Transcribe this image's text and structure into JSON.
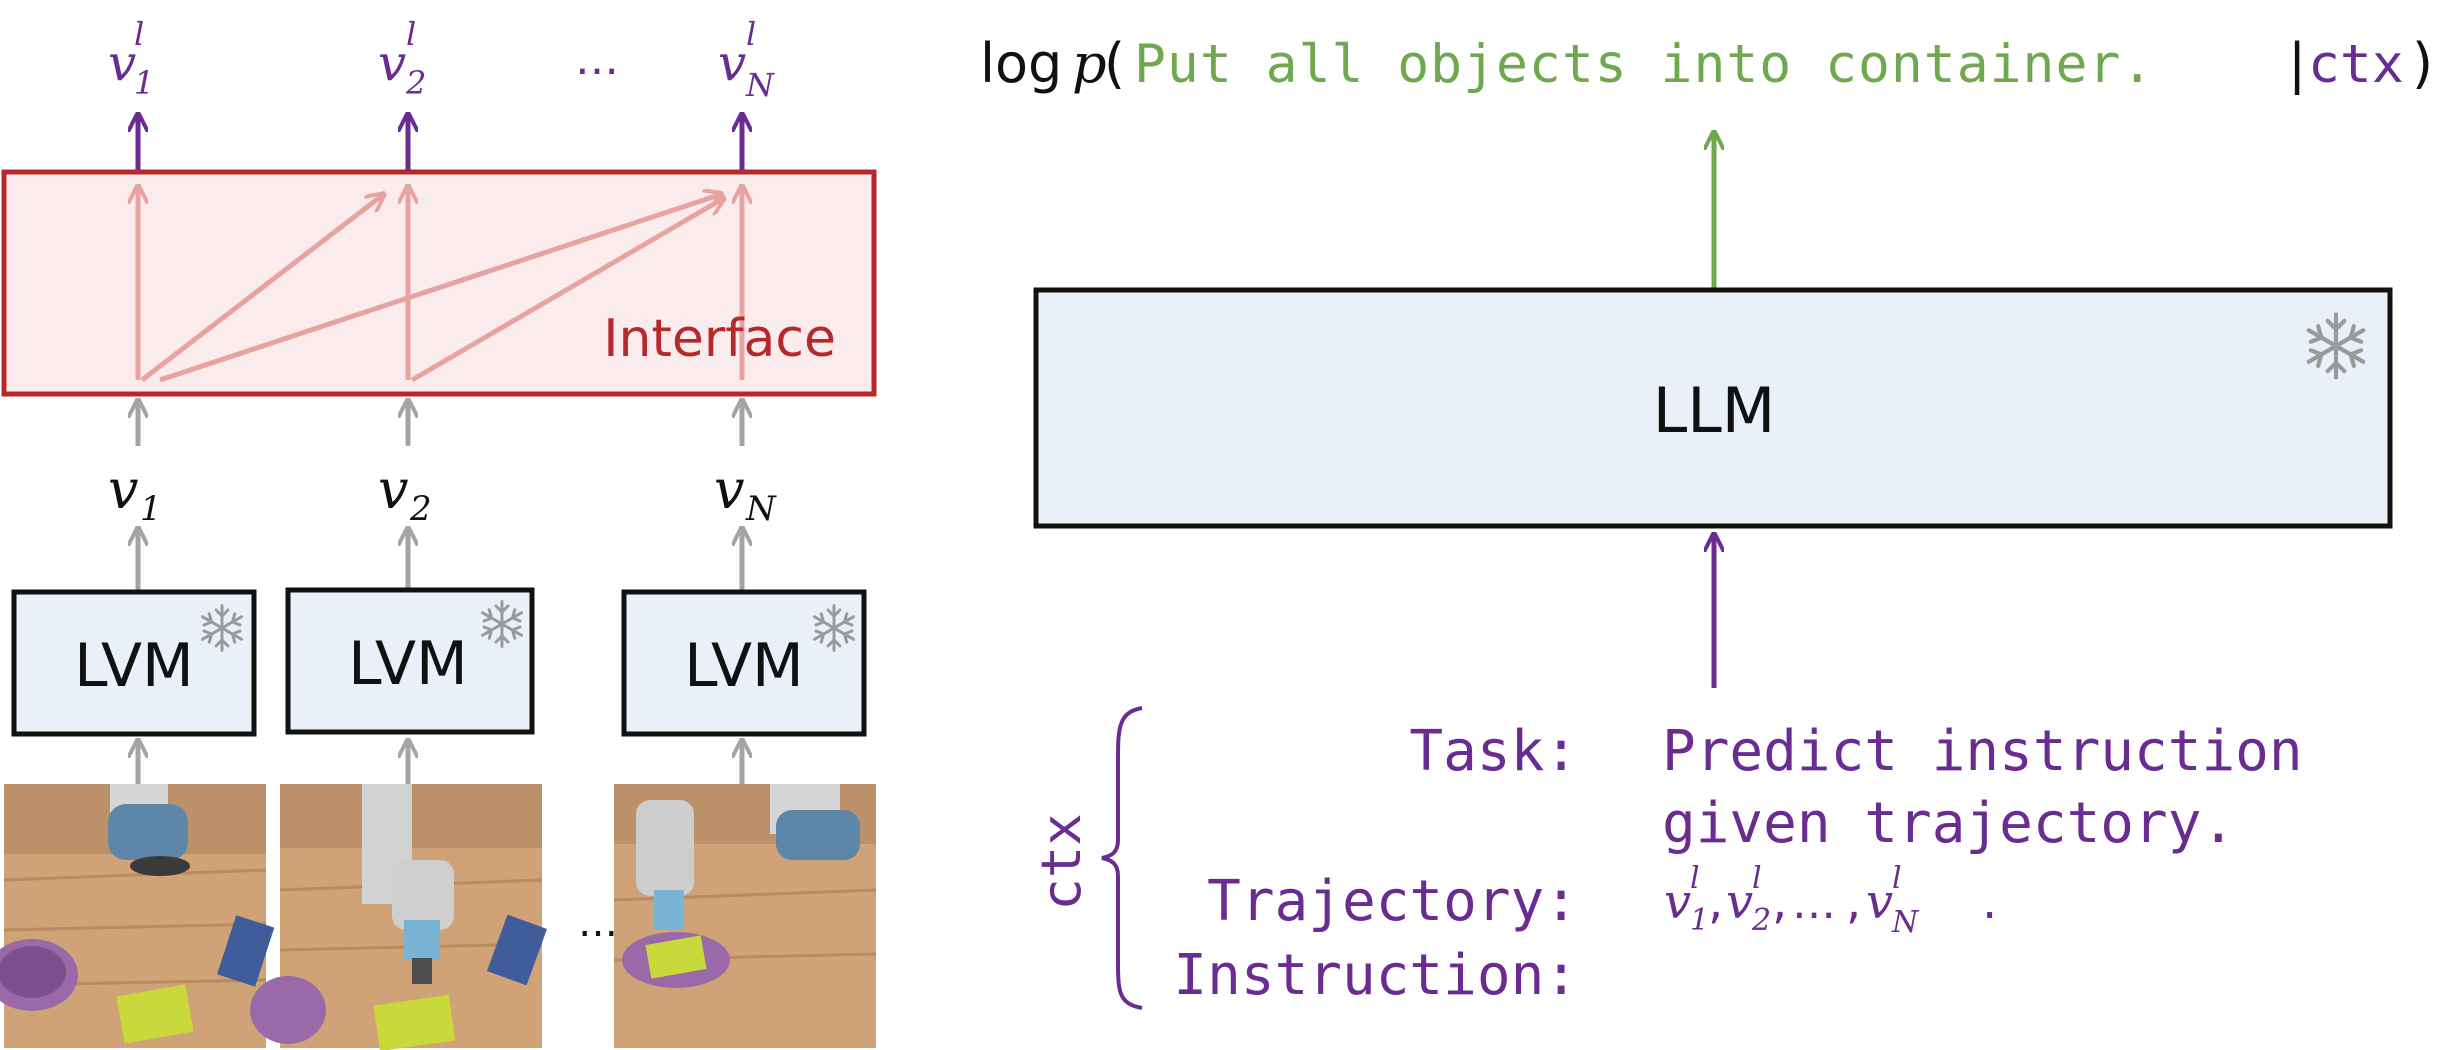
{
  "colors": {
    "purple": "#6a2c91",
    "green": "#6fa84f",
    "interface_red": "#b5282b",
    "interface_fill": "#faecec",
    "pink_arrow": "#e8a3a0",
    "gray_arrow": "#a4a4a4",
    "box_fill": "#eaf0f8",
    "snow": "#9a9a9a"
  },
  "icons": [
    "snowflake-icon"
  ],
  "left": {
    "outputs": [
      {
        "base": "v",
        "sub": "1",
        "sup": "l"
      },
      {
        "base": "v",
        "sub": "2",
        "sup": "l"
      },
      {
        "base": "v",
        "sub": "N",
        "sup": "l"
      }
    ],
    "dots": "…",
    "interface_label": "Interface",
    "features": [
      {
        "base": "v",
        "sub": "1"
      },
      {
        "base": "v",
        "sub": "2"
      },
      {
        "base": "v",
        "sub": "N"
      }
    ],
    "lvm_label": "LVM",
    "frames_dots": "…"
  },
  "right": {
    "formula": {
      "prefix": "log",
      "p": "p",
      "open": "(",
      "instruction": "Put all objects into container.",
      "bar": "|",
      "ctx": "ctx",
      "close": ")"
    },
    "llm_label": "LLM",
    "ctx_label": "ctx",
    "task_label": "Task:",
    "task_line1": "Predict instruction",
    "task_line2": "given trajectory.",
    "trajectory_label": "Trajectory:",
    "trajectory_value": {
      "v": "v",
      "sup": "l",
      "sub1": "1",
      "sub2": "2",
      "subN": "N",
      "sep": ",",
      "ellipsis": "…",
      "end": "."
    },
    "instruction_label": "Instruction:"
  }
}
